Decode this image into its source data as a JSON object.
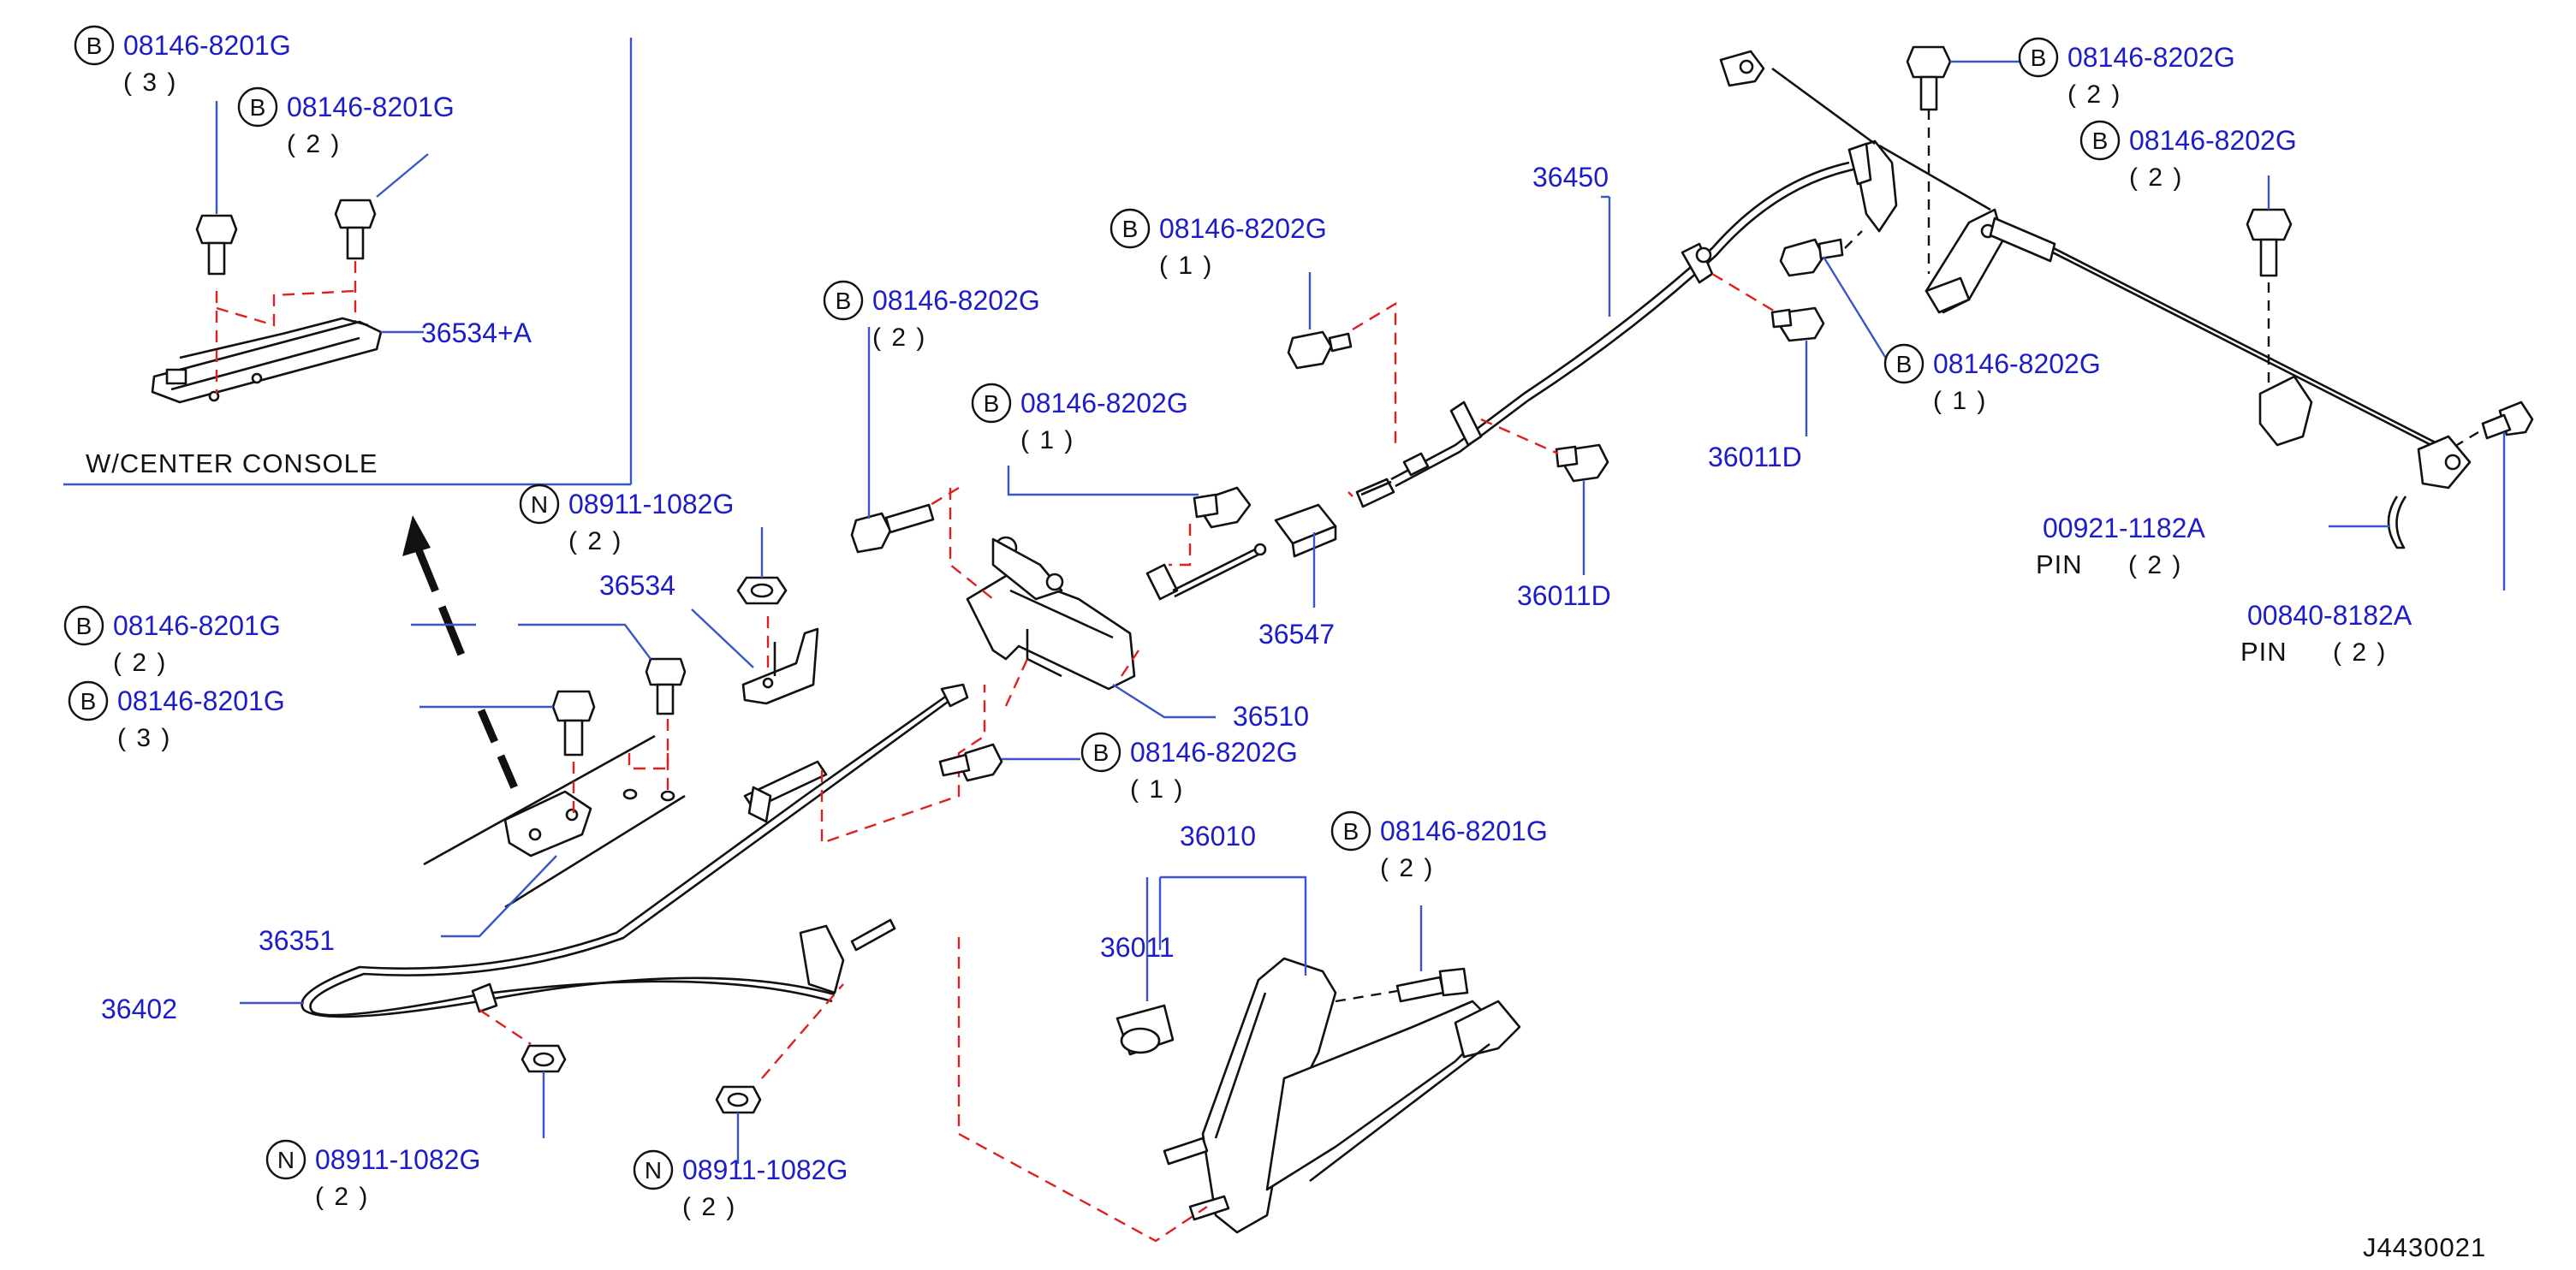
{
  "diagram_id": "J4430021",
  "labels": [
    {
      "key": "l1",
      "circle": "B",
      "ref": "08146-8201G",
      "qty": "( 3 )"
    },
    {
      "key": "l2",
      "circle": "B",
      "ref": "08146-8201G",
      "qty": "( 2 )"
    },
    {
      "key": "l3",
      "ref": "36534+A"
    },
    {
      "key": "l4",
      "text": "W/CENTER   CONSOLE"
    },
    {
      "key": "l5",
      "circle": "N",
      "ref": "08911-1082G",
      "qty": "( 2 )"
    },
    {
      "key": "l6",
      "ref": "36534"
    },
    {
      "key": "l7",
      "circle": "B",
      "ref": "08146-8201G",
      "qty": "( 2 )"
    },
    {
      "key": "l8",
      "circle": "B",
      "ref": "08146-8201G",
      "qty": "( 3 )"
    },
    {
      "key": "l9",
      "ref": "36351"
    },
    {
      "key": "l10",
      "ref": "36402"
    },
    {
      "key": "l11",
      "circle": "N",
      "ref": "08911-1082G",
      "qty": "( 2 )"
    },
    {
      "key": "l12",
      "circle": "N",
      "ref": "08911-1082G",
      "qty": "( 2 )"
    },
    {
      "key": "l13",
      "circle": "B",
      "ref": "08146-8202G",
      "qty": "( 2 )"
    },
    {
      "key": "l14",
      "circle": "B",
      "ref": "08146-8202G",
      "qty": "( 1 )"
    },
    {
      "key": "l15",
      "circle": "B",
      "ref": "08146-8202G",
      "qty": "( 1 )"
    },
    {
      "key": "l16",
      "ref": "36547"
    },
    {
      "key": "l17",
      "ref": "36510"
    },
    {
      "key": "l18",
      "circle": "B",
      "ref": "08146-8202G",
      "qty": "( 1 )"
    },
    {
      "key": "l19",
      "ref": "36010"
    },
    {
      "key": "l20",
      "ref": "36011"
    },
    {
      "key": "l21",
      "circle": "B",
      "ref": "08146-8201G",
      "qty": "( 2 )"
    },
    {
      "key": "l22",
      "ref": "36450"
    },
    {
      "key": "l23",
      "ref": "36011D"
    },
    {
      "key": "l24",
      "ref": "36011D"
    },
    {
      "key": "l25",
      "circle": "B",
      "ref": "08146-8202G",
      "qty": "( 1 )"
    },
    {
      "key": "l26",
      "circle": "B",
      "ref": "08146-8202G",
      "qty": "( 2 )"
    },
    {
      "key": "l27",
      "circle": "B",
      "ref": "08146-8202G",
      "qty": "( 2 )"
    },
    {
      "key": "l28",
      "ref": "00921-1182A",
      "text": "PIN",
      "qty": "( 2 )"
    },
    {
      "key": "l29",
      "ref": "00840-8182A",
      "text": "PIN",
      "qty": "( 2 )"
    }
  ],
  "colors": {
    "ref": "#1c1cc8",
    "leader": "#3a55c8",
    "hidden_line": "#e02020",
    "line": "#111111"
  }
}
